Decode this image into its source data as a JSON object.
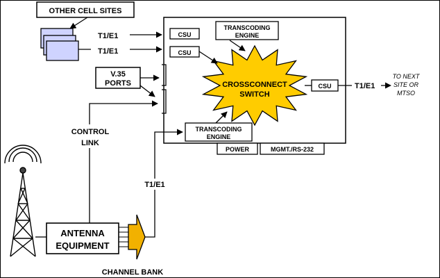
{
  "diagram": {
    "other_cell_sites": "OTHER CELL SITES",
    "t1e1_top_1": "T1/E1",
    "t1e1_top_2": "T1/E1",
    "csu_1": "CSU",
    "csu_2": "CSU",
    "transcoding_top": [
      "TRANSCODING",
      "ENGINE"
    ],
    "v35_ports": [
      "V.35",
      "PORTS"
    ],
    "crossconnect": [
      "CROSSCONNECT",
      "SWITCH"
    ],
    "csu_right": "CSU",
    "t1e1_right": "T1/E1",
    "to_next": [
      "TO NEXT",
      "SITE OR",
      "MTSO"
    ],
    "control_link": [
      "CONTROL",
      "LINK"
    ],
    "transcoding_bottom": [
      "TRANSCODING",
      "ENGINE"
    ],
    "power": "POWER",
    "mgmt": "MGMT./RS-232",
    "t1e1_vertical": "T1/E1",
    "antenna_equipment": [
      "ANTENNA",
      "EQUIPMENT"
    ],
    "channel_bank": "CHANNEL BANK"
  },
  "colors": {
    "starburst": "#ffcc00",
    "channel_bank": "#f2b100",
    "sites_fill": "#cfd3ff",
    "stroke": "#000000"
  }
}
